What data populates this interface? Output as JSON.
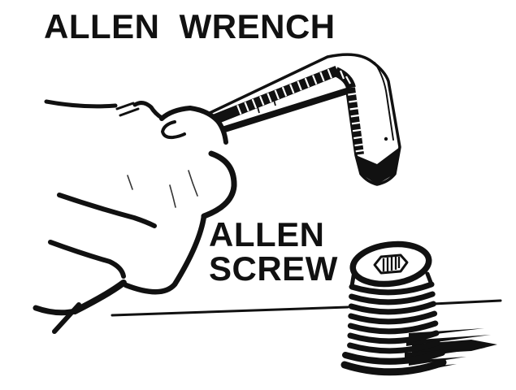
{
  "labels": {
    "title": "ALLEN WRENCH",
    "screw_line1": "ALLEN",
    "screw_line2": "SCREW"
  },
  "theme": {
    "ink": "#111111",
    "background": "#ffffff"
  },
  "figures": {
    "wrench": "allen-wrench-line-art",
    "hand": "hand-gripping-wrench-line-art",
    "screw": "allen-set-screw-line-art",
    "surface": "work-surface-line",
    "shadow": "screw-cast-shadow"
  }
}
